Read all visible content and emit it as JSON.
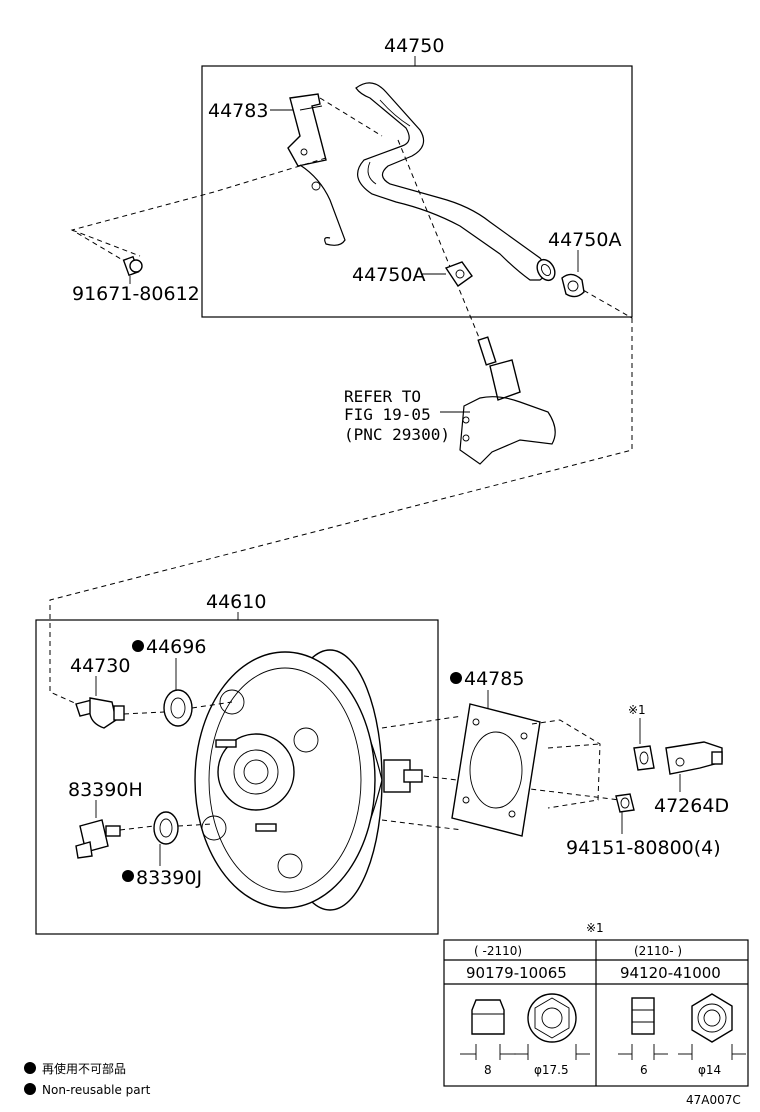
{
  "labels": {
    "top_assembly": "44750",
    "clamp_bracket": "44783",
    "bolt": "91671-80612",
    "hose_clip_left": "44750A",
    "hose_clip_right": "44750A",
    "refer_line1": "REFER TO",
    "refer_line2": "FIG 19-05",
    "refer_line3": "(PNC 29300)",
    "booster_assembly": "44610",
    "check_valve": "44730",
    "grommet": "44696",
    "gasket": "44785",
    "fitting": "83390H",
    "seal": "83390J",
    "nut_note_mark": "※1",
    "clevis": "47264D",
    "nut": "94151-80800(4)"
  },
  "table": {
    "note_mark": "※1",
    "col1": {
      "range": "(      -2110)",
      "part": "90179-10065",
      "dim_width": "8",
      "dim_diameter": "φ17.5"
    },
    "col2": {
      "range": "(2110-      )",
      "part": "94120-41000",
      "dim_width": "6",
      "dim_diameter": "φ14"
    }
  },
  "legend": {
    "line1": "再使用不可部品",
    "line2": "Non-reusable part"
  },
  "diagram_id": "47A007C"
}
